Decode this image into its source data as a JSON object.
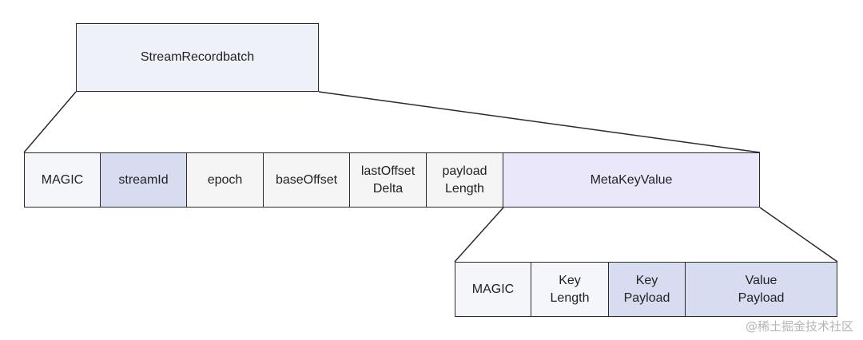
{
  "title": "StreamRecordbatch",
  "record_fields": {
    "magic": "MAGIC",
    "stream_id": "streamId",
    "epoch": "epoch",
    "base_offset": "baseOffset",
    "last_offset_delta": "lastOffset\nDelta",
    "payload_length": "payload\nLength",
    "meta_key_value": "MetaKeyValue"
  },
  "meta_fields": {
    "magic": "MAGIC",
    "key_length": "Key\nLength",
    "key_payload": "Key\nPayload",
    "value_payload": "Value\nPayload"
  },
  "watermark": "@稀土掘金技术社区",
  "colors": {
    "title_fill": "#eef1f8",
    "highlight_fill": "#d8dcf0",
    "meta_fill": "#ebe7fb",
    "neutral_fill": "#f5f5f5",
    "stroke": "#2a2a2a"
  }
}
